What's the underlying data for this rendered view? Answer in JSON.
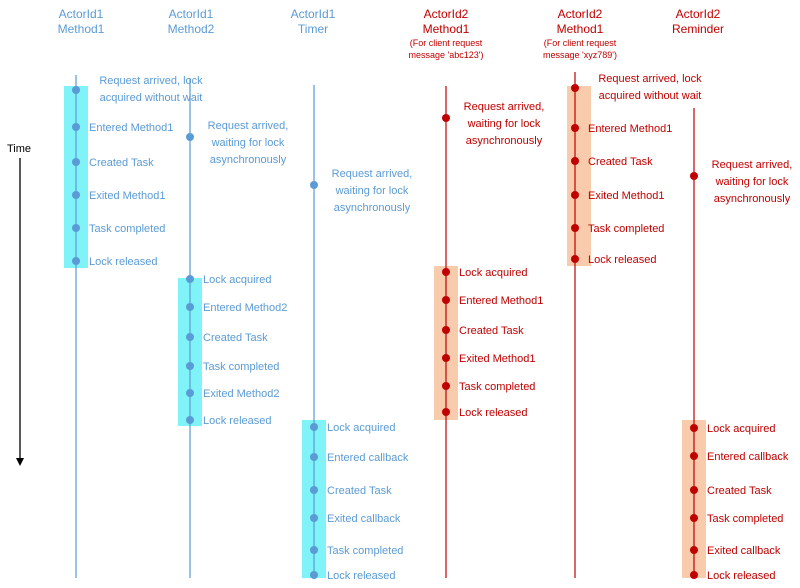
{
  "colors": {
    "actor1": "#5b9bd5",
    "actor1_text": "#5b9bd5",
    "actor2": "#c00000",
    "actor2_text": "#c00000",
    "cyan_band": "#7ff3f7",
    "orange_band": "#f8cbad",
    "axis": "#000000"
  },
  "time_label": "Time",
  "columns": [
    {
      "id": "a1m1",
      "scheme": "actor1",
      "header": [
        "ActorId1",
        "Method1"
      ],
      "subheader": [],
      "events": [
        [
          "Request arrived, lock",
          "acquired without wait"
        ],
        [
          "Entered Method1"
        ],
        [
          "Created Task"
        ],
        [
          "Exited Method1"
        ],
        [
          "Task completed"
        ],
        [
          "Lock released"
        ]
      ]
    },
    {
      "id": "a1m2",
      "scheme": "actor1",
      "header": [
        "ActorId1",
        "Method2"
      ],
      "subheader": [],
      "events": [
        [
          "Request arrived,",
          "waiting for lock",
          "asynchronously"
        ],
        [
          "Lock acquired"
        ],
        [
          "Entered Method2"
        ],
        [
          "Created Task"
        ],
        [
          "Task completed"
        ],
        [
          "Exited Method2"
        ],
        [
          "Lock released"
        ]
      ]
    },
    {
      "id": "a1t",
      "scheme": "actor1",
      "header": [
        "ActorId1",
        "Timer"
      ],
      "subheader": [],
      "events": [
        [
          "Request arrived,",
          "waiting for lock",
          "asynchronously"
        ],
        [
          "Lock acquired"
        ],
        [
          "Entered callback"
        ],
        [
          "Created Task"
        ],
        [
          "Exited callback"
        ],
        [
          "Task completed"
        ],
        [
          "Lock released"
        ]
      ]
    },
    {
      "id": "a2m1a",
      "scheme": "actor2",
      "header": [
        "ActorId2",
        "Method1"
      ],
      "subheader": [
        "(For client request",
        "message 'abc123')"
      ],
      "events": [
        [
          "Request arrived,",
          "waiting for lock",
          "asynchronously"
        ],
        [
          "Lock acquired"
        ],
        [
          "Entered Method1"
        ],
        [
          "Created Task"
        ],
        [
          "Exited Method1"
        ],
        [
          "Task completed"
        ],
        [
          "Lock released"
        ]
      ]
    },
    {
      "id": "a2m1b",
      "scheme": "actor2",
      "header": [
        "ActorId2",
        "Method1"
      ],
      "subheader": [
        "(For client request",
        "message 'xyz789')"
      ],
      "events": [
        [
          "Request arrived, lock",
          "acquired without wait"
        ],
        [
          "Entered Method1"
        ],
        [
          "Created Task"
        ],
        [
          "Exited Method1"
        ],
        [
          "Task completed"
        ],
        [
          "Lock released"
        ]
      ]
    },
    {
      "id": "a2r",
      "scheme": "actor2",
      "header": [
        "ActorId2",
        "Reminder"
      ],
      "subheader": [],
      "events": [
        [
          "Request arrived,",
          "waiting for lock",
          "asynchronously"
        ],
        [
          "Lock acquired"
        ],
        [
          "Entered callback"
        ],
        [
          "Created Task"
        ],
        [
          "Task completed"
        ],
        [
          "Exited callback"
        ],
        [
          "Lock released"
        ]
      ]
    }
  ]
}
